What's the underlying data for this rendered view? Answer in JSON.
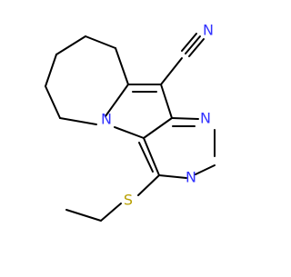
{
  "molecule": {
    "atom_labels": {
      "nitrile_n": "N",
      "ring_n": "N",
      "pyrimidine_n1": "N",
      "pyrimidine_n2": "N",
      "sulfur": "S"
    },
    "colors": {
      "bond": "#000000",
      "nitrogen": "#3333ff",
      "sulfur": "#b8a000",
      "background": "#ffffff"
    }
  }
}
